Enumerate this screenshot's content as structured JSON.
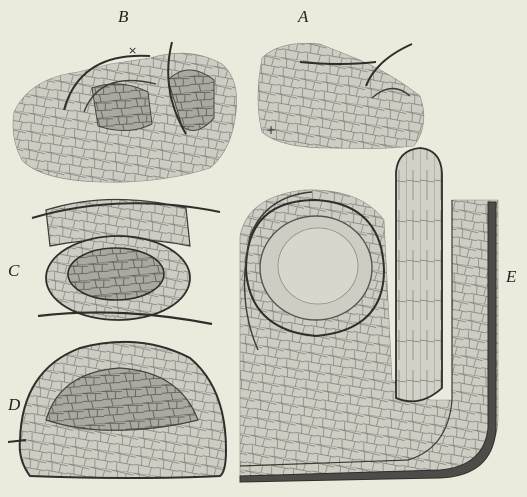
{
  "figure": {
    "labels": {
      "a": "A",
      "b": "B",
      "c": "C",
      "d": "D",
      "e": "E"
    },
    "colors": {
      "paper": "#ece9dd",
      "tissue": "#cfcdc3",
      "tissue_dark": "#a9a79d",
      "outline": "#3b3a36",
      "cell_wall": "#6b6a64",
      "edge_band": "#4d4c49"
    }
  }
}
